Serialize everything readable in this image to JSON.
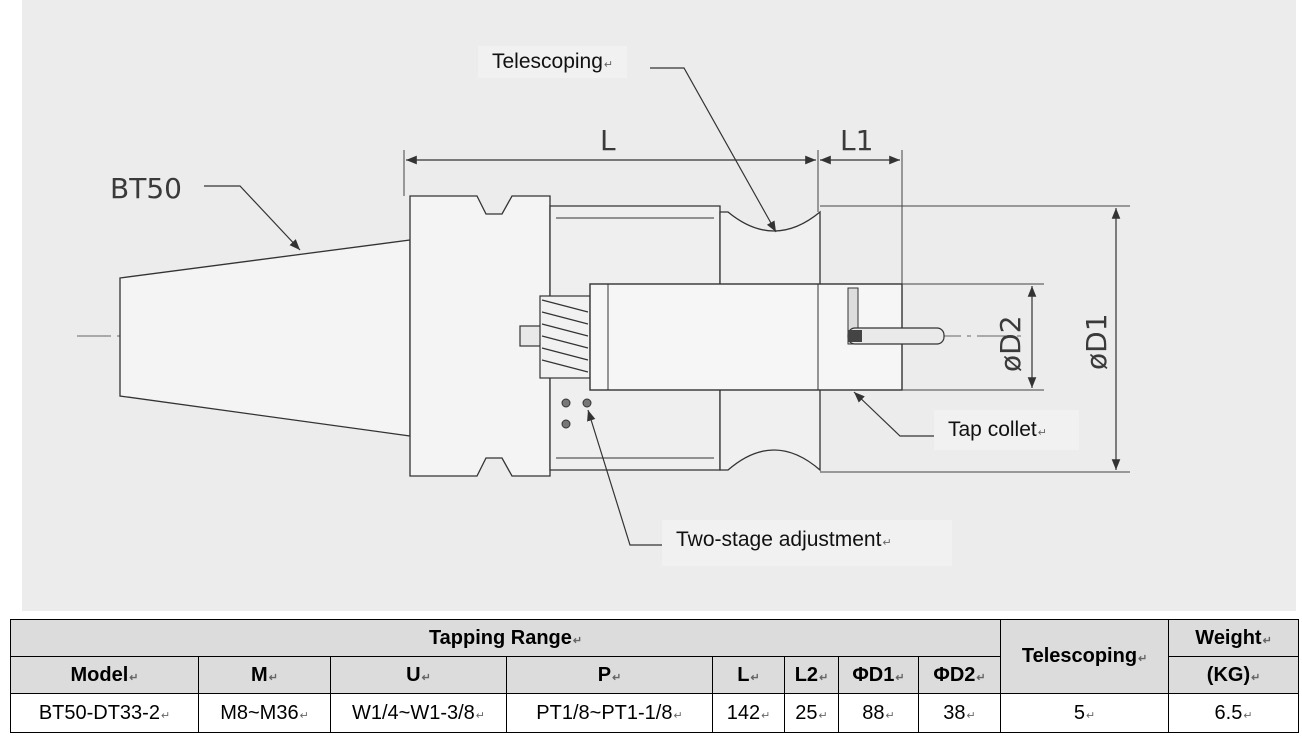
{
  "diagram": {
    "labels": {
      "bt50": "BT50",
      "dim_l": "L",
      "dim_l1": "L1",
      "dim_d1": "øD1",
      "dim_d2": "øD2"
    },
    "callouts": {
      "telescoping": "Telescoping",
      "tap_collet": "Tap collet",
      "two_stage": "Two-stage adjustment"
    }
  },
  "table": {
    "group_header": "Tapping Range",
    "telescoping_header": "Telescoping",
    "weight_header_line1": "Weight",
    "weight_header_line2": "(KG)",
    "columns": [
      "Model",
      "M",
      "U",
      "P",
      "L",
      "L2",
      "ΦD1",
      "ΦD2"
    ],
    "row": {
      "model": "BT50-DT33-2",
      "m": "M8~M36",
      "u": "W1/4~W1-3/8",
      "p": "PT1/8~PT1-1/8",
      "l": "142",
      "l2": "25",
      "d1": "88",
      "d2": "38",
      "telescoping": "5",
      "weight": "6.5"
    }
  }
}
